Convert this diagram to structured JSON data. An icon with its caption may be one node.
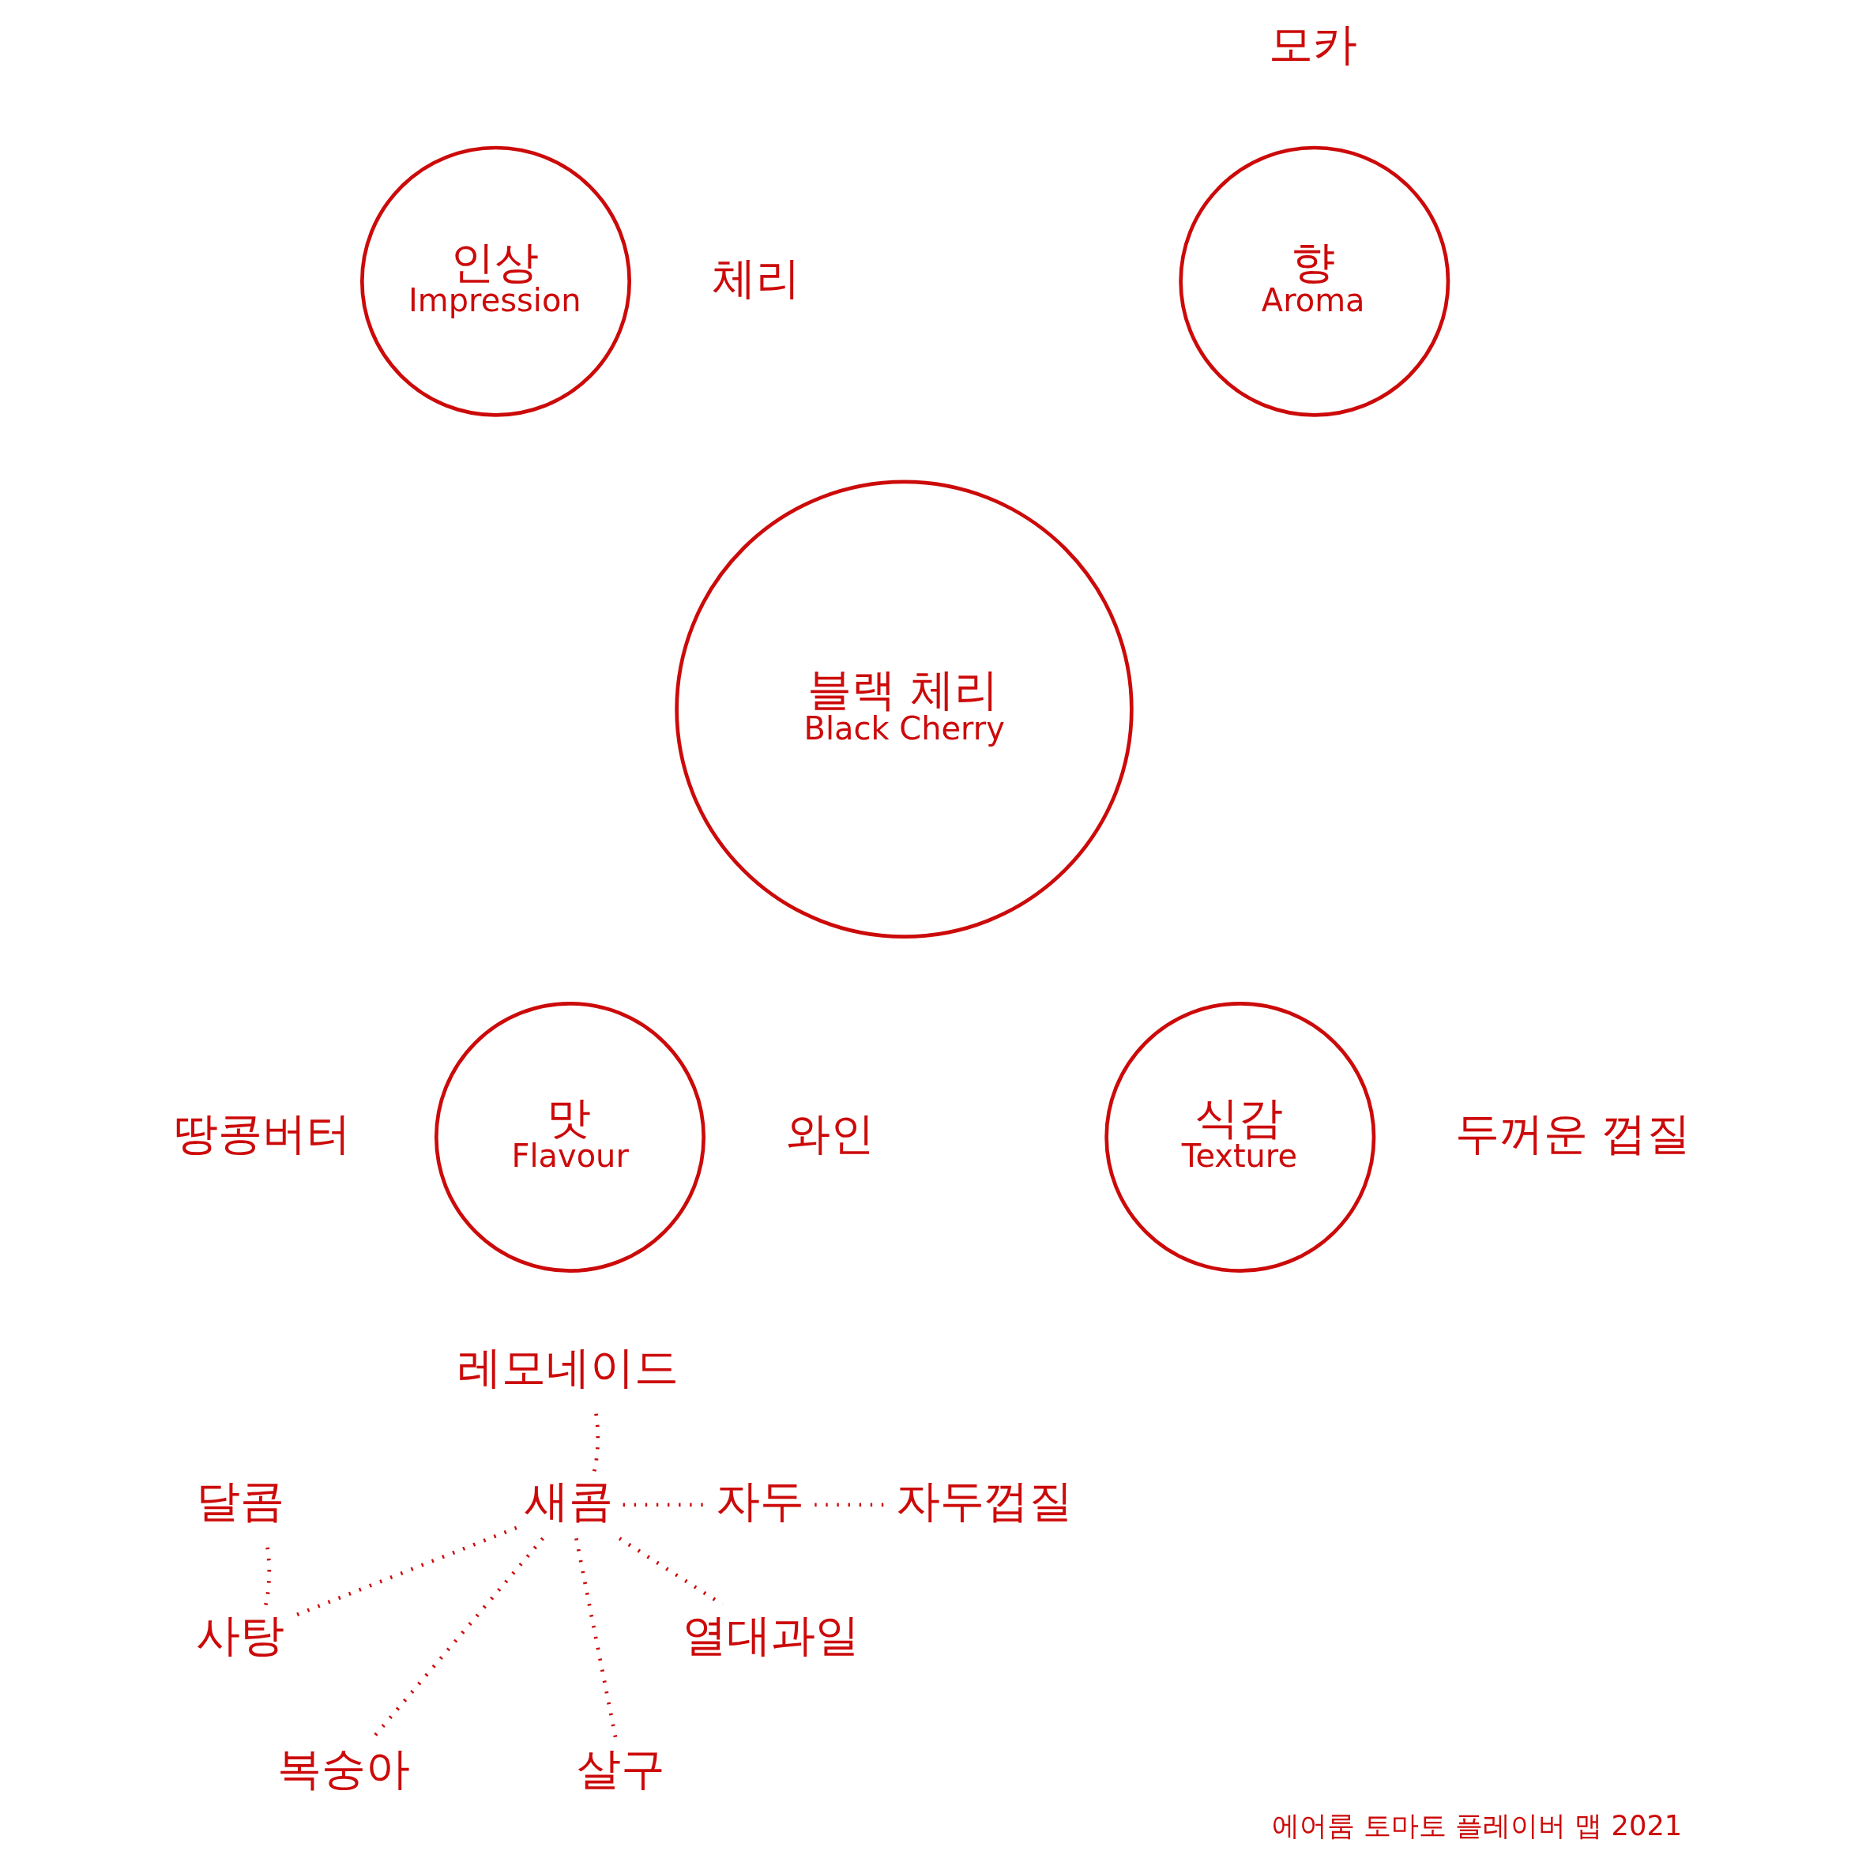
{
  "diagram": {
    "caption": "에어룸 토마토 플레이버 맵 2021",
    "nodes": [
      {
        "text": [
          "인상",
          "Impression"
        ],
        "beside": [
          "체리"
        ]
      },
      {
        "text": [
          "향",
          "Aroma"
        ],
        "beside": [
          "모카"
        ]
      },
      {
        "text": [
          "블랙 체리",
          "Black Cherry"
        ]
      },
      {
        "text": [
          "맛",
          "Flavour"
        ],
        "beside": [
          "땅콩버터",
          "와인"
        ]
      },
      {
        "text": [
          "식감",
          "Texture"
        ],
        "beside": [
          "두꺼운 껍질"
        ]
      },
      {
        "text": [
          "레모네이드"
        ]
      },
      {
        "text": [
          "자두"
        ]
      },
      {
        "text": [
          "자두껍질"
        ]
      },
      {
        "text": [
          "달콤"
        ]
      },
      {
        "text": [
          "새콤"
        ]
      },
      {
        "text": [
          "열대과일"
        ]
      },
      {
        "text": [
          "사탕"
        ]
      },
      {
        "text": [
          "복숭아"
        ]
      },
      {
        "text": [
          "살구"
        ]
      }
    ],
    "edges": [
      {
        "from": 9,
        "to": 5,
        "arrow": "none"
      },
      {
        "from": 9,
        "to": 6,
        "arrow": "none"
      },
      {
        "from": 6,
        "to": 7,
        "arrow": "none"
      },
      {
        "from": 9,
        "to": 10,
        "arrow": "none"
      },
      {
        "from": 9,
        "to": 13,
        "arrow": "none"
      },
      {
        "from": 9,
        "to": 12,
        "arrow": "none"
      },
      {
        "from": 9,
        "to": 11,
        "arrow": "none"
      },
      {
        "from": 11,
        "to": 8,
        "arrow": "none"
      }
    ]
  }
}
